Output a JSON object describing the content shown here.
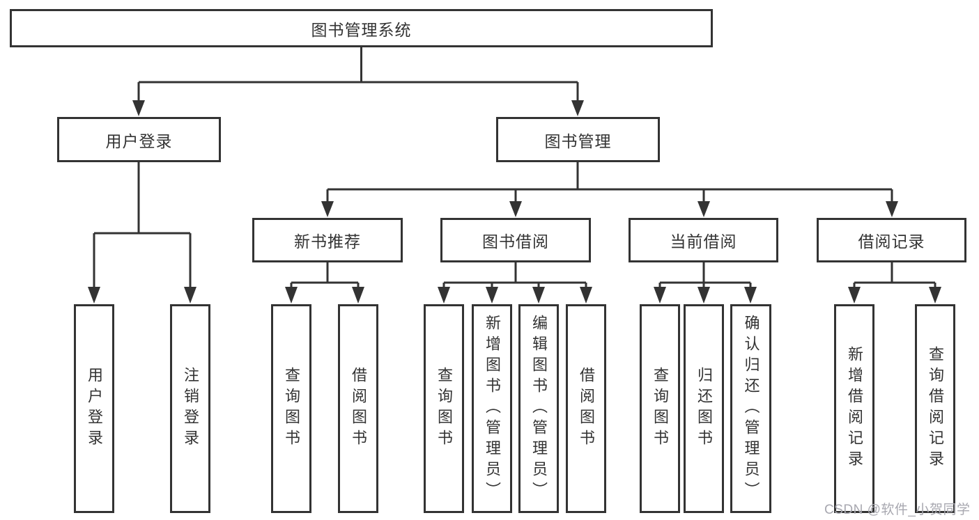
{
  "diagram": {
    "root": {
      "label": "图书管理系统"
    },
    "branches": [
      {
        "label": "用户登录",
        "children": [
          {
            "label": "用户登录"
          },
          {
            "label": "注销登录"
          }
        ]
      },
      {
        "label": "图书管理",
        "children": [
          {
            "label": "新书推荐",
            "children": [
              {
                "label": "查询图书"
              },
              {
                "label": "借阅图书"
              }
            ]
          },
          {
            "label": "图书借阅",
            "children": [
              {
                "label": "查询图书"
              },
              {
                "label": "新增图书（管理员）"
              },
              {
                "label": "编辑图书（管理员）"
              },
              {
                "label": "借阅图书"
              }
            ]
          },
          {
            "label": "当前借阅",
            "children": [
              {
                "label": "查询图书"
              },
              {
                "label": "归还图书"
              },
              {
                "label": "确认归还（管理员）"
              }
            ]
          },
          {
            "label": "借阅记录",
            "children": [
              {
                "label": "新增借阅记录"
              },
              {
                "label": "查询借阅记录"
              }
            ]
          }
        ]
      }
    ]
  },
  "watermark": {
    "text": "CSDN @软件_小贺同学",
    "color": "#a8a8b0"
  },
  "colors": {
    "line": "#333333",
    "box_border": "#333333",
    "box_fill": "#ffffff",
    "text": "#333333",
    "background": "#ffffff"
  }
}
